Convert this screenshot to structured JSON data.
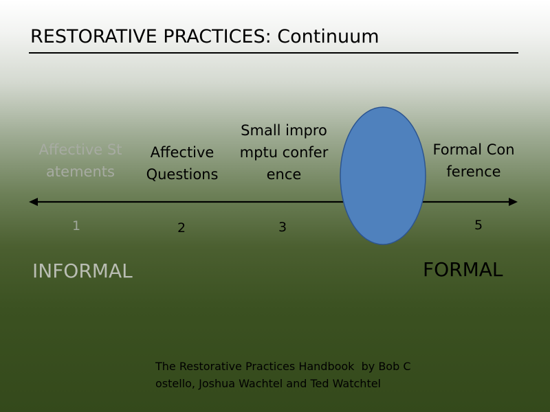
{
  "slide": {
    "title": "RESTORATIVE PRACTICES: Continuum"
  },
  "continuum": {
    "items": [
      {
        "label_line1": "Affective St",
        "label_line2": "atements",
        "number": "1",
        "dimmed": true
      },
      {
        "label_line1": "Affective",
        "label_line2": "Questions",
        "number": "2",
        "dimmed": false
      },
      {
        "label_line1": "Small impro",
        "label_line2": "mptu confer",
        "label_line3": "ence",
        "number": "3",
        "dimmed": false
      },
      {
        "label_line1": "Formal Con",
        "label_line2": "ference",
        "number": "5",
        "dimmed": false
      }
    ],
    "scale_left": "INFORMAL",
    "scale_right": "FORMAL"
  },
  "credit": {
    "line1": "The Restorative Practices Handbook  by Bob C",
    "line2": "ostello, Joshua Wachtel and Ted Watchtel"
  },
  "colors": {
    "oval_fill": "#4f81bd",
    "oval_stroke": "#2c5490",
    "dimmed_text": "#a7aba2"
  }
}
